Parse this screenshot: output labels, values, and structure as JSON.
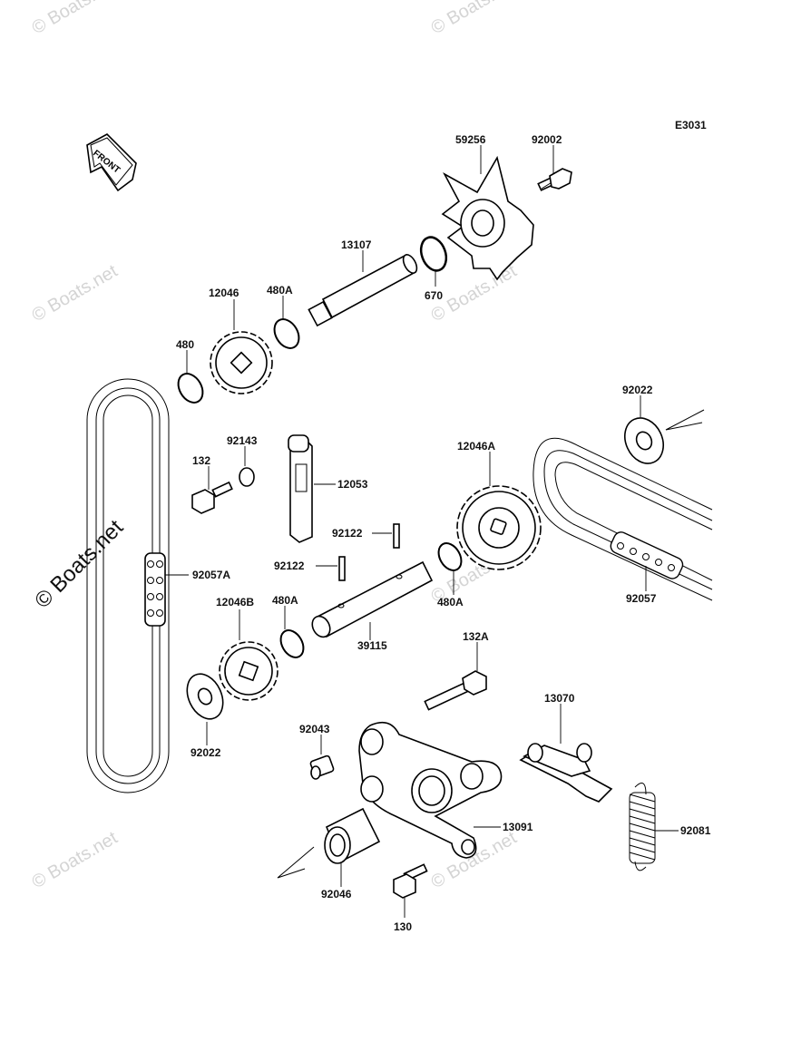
{
  "diagram_code": "E3031",
  "front_label": "FRONT",
  "watermark": "© Boats.net",
  "parts": {
    "p59256": "59256",
    "p92002": "92002",
    "p13107": "13107",
    "p670": "670",
    "p12046": "12046",
    "p480A_top": "480A",
    "p480": "480",
    "p92022_right": "92022",
    "p92143": "92143",
    "p132": "132",
    "p12053": "12053",
    "p12046A": "12046A",
    "p92122_upper": "92122",
    "p92122_lower": "92122",
    "p92057A": "92057A",
    "p12046B": "12046B",
    "p480A_mid": "480A",
    "p480A_right": "480A",
    "p39115": "39115",
    "p92057": "92057",
    "p132A": "132A",
    "p13070": "13070",
    "p92022_left": "92022",
    "p92043": "92043",
    "p13091": "13091",
    "p92081": "92081",
    "p92046": "92046",
    "p130": "130"
  }
}
